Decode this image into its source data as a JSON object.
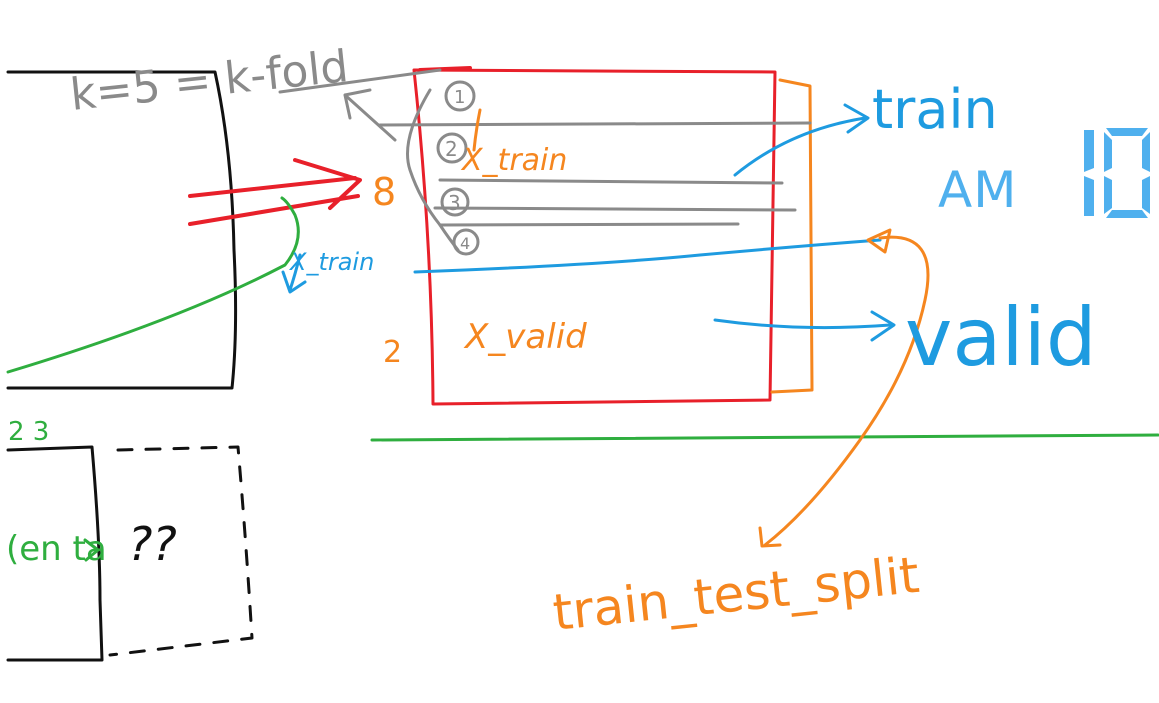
{
  "clock": {
    "hour": "10",
    "period": "AM"
  },
  "labels": {
    "k_fold": "k=5 = k-fold",
    "fold_1": "1",
    "fold_2": "2",
    "fold_3": "3",
    "fold_4": "4",
    "x_train_inner": "X_train",
    "x_train_outer": "X_train",
    "x_valid": "X_valid",
    "split_8": "8",
    "split_2": "2",
    "train": "train",
    "valid": "valid",
    "train_test_split": "train_test_split",
    "question": "??",
    "green_note_top": "2 3",
    "green_note_side": "(en ta"
  },
  "colors": {
    "red": "#e8202a",
    "orange": "#f5861f",
    "blue": "#1e9be0",
    "gray": "#8a8a8a",
    "green": "#2fae3f",
    "black": "#111111",
    "clock": "#4fb0ee"
  }
}
